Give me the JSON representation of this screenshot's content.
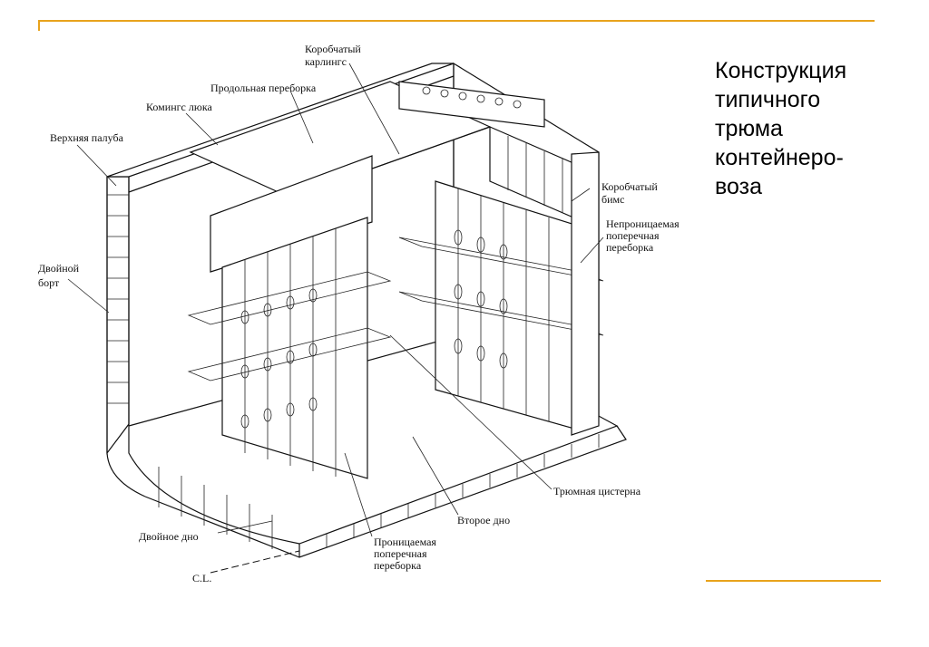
{
  "slide": {
    "title": "Конструкция\nтипичного\nтрюма\nконтейнеро-\nвоза",
    "accent_color": "#e8a31c"
  },
  "labels": {
    "box_girder": [
      "Коробчатый",
      "карлингс"
    ],
    "longitudinal_bulkhead": "Продольная переборка",
    "hatch_coaming": "Комингс люка",
    "upper_deck": "Верхняя палуба",
    "box_beam": [
      "Коробчатый",
      "бимс"
    ],
    "watertight_bulkhead": [
      "Непроницаемая",
      "поперечная",
      "переборка"
    ],
    "double_side": [
      "Двойной",
      "борт"
    ],
    "hold_tank": "Трюмная цистерна",
    "inner_bottom": "Второе дно",
    "double_bottom": "Двойное дно",
    "permeable_bulkhead": [
      "Проницаемая",
      "поперечная",
      "переборка"
    ],
    "centerline": "C.L."
  }
}
